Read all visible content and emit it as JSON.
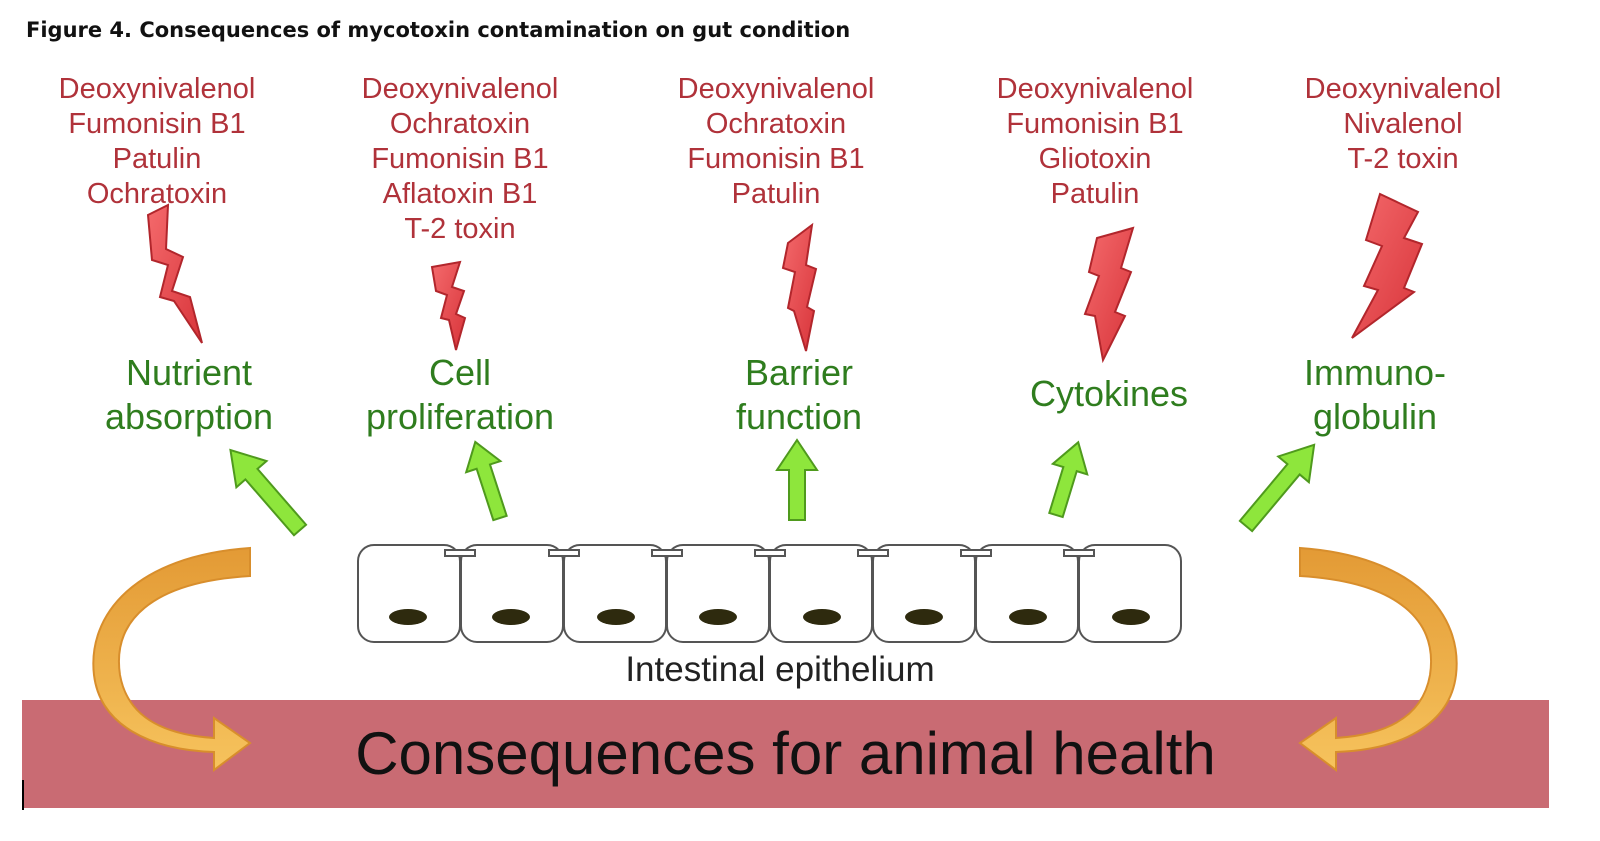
{
  "figure_title": "Figure 4. Consequences of mycotoxin contamination on gut condition",
  "columns": [
    {
      "toxins": [
        "Deoxynivalenol",
        "Fumonisin B1",
        "Patulin",
        "Ochratoxin"
      ],
      "effect": [
        "Nutrient",
        "absorption"
      ]
    },
    {
      "toxins": [
        "Deoxynivalenol",
        "Ochratoxin",
        "Fumonisin B1",
        "Aflatoxin B1",
        "T-2 toxin"
      ],
      "effect": [
        "Cell",
        "proliferation"
      ]
    },
    {
      "toxins": [
        "Deoxynivalenol",
        "Ochratoxin",
        "Fumonisin B1",
        "Patulin"
      ],
      "effect": [
        "Barrier",
        "function"
      ]
    },
    {
      "toxins": [
        "Deoxynivalenol",
        "Fumonisin B1",
        "Gliotoxin",
        "Patulin"
      ],
      "effect": [
        "Cytokines"
      ]
    },
    {
      "toxins": [
        "Deoxynivalenol",
        "Nivalenol",
        "T-2 toxin"
      ],
      "effect": [
        "Immuno-",
        "globulin"
      ]
    }
  ],
  "epithelium_label": "Intestinal epithelium",
  "consequence_label": "Consequences for animal health",
  "colors": {
    "toxin_text": "#b0323a",
    "effect_text": "#2f7d1e",
    "lightning_fill": "#e8474b",
    "up_arrow_fill": "#8ee63c",
    "curved_arrow_fill": "#f1b24a",
    "band_fill": "#c96b73",
    "nucleus": "#2e2a0e"
  },
  "icons": [
    "lightning-bolt-icon",
    "up-arrow-icon",
    "curved-arrow-icon",
    "epithelial-cell-icon"
  ]
}
